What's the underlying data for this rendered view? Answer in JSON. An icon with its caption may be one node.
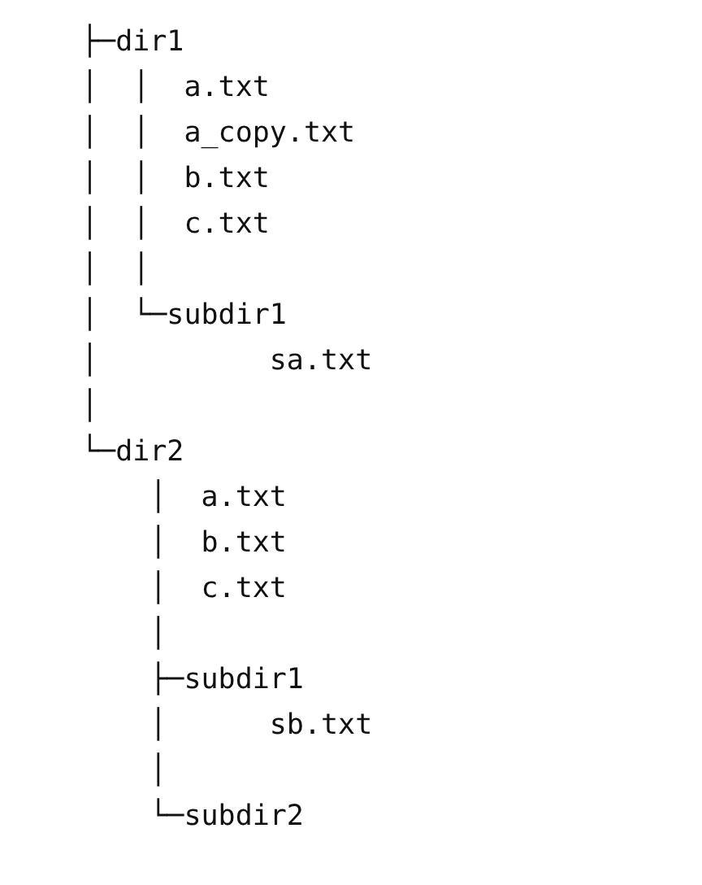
{
  "diagram": {
    "labels": [
      "├─dir1",
      "│  │  a.txt",
      "│  │  a_copy.txt",
      "│  │  b.txt",
      "│  │  c.txt",
      "│  │",
      "│  └─subdir1",
      "│          sa.txt",
      "│",
      "└─dir2",
      "    │  a.txt",
      "    │  b.txt",
      "    │  c.txt",
      "    │",
      "    ├─subdir1",
      "    │      sb.txt",
      "    │",
      "    └─subdir2"
    ]
  }
}
